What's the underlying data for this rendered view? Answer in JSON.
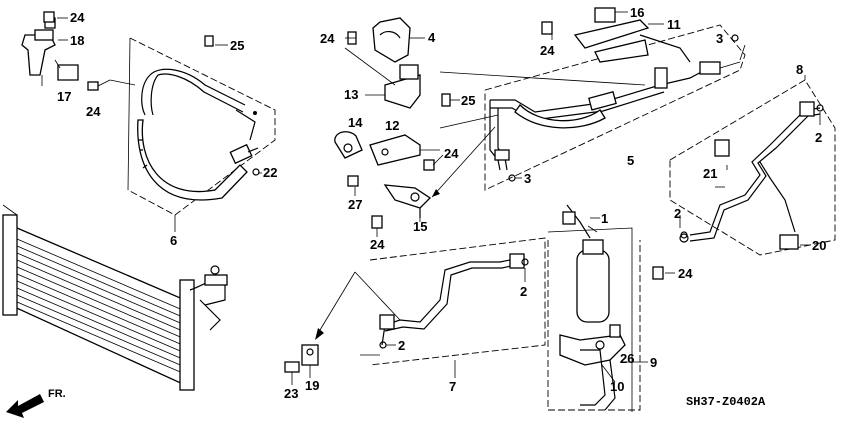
{
  "diagram": {
    "code": "SH37-Z0402A",
    "direction_label": "FR.",
    "callouts": {
      "c1": "1",
      "c2a": "2",
      "c2b": "2",
      "c2c": "2",
      "c2d": "2",
      "c3a": "3",
      "c3b": "3",
      "c4": "4",
      "c5": "5",
      "c6": "6",
      "c7": "7",
      "c8": "8",
      "c9": "9",
      "c10": "10",
      "c11": "11",
      "c12": "12",
      "c13": "13",
      "c14": "14",
      "c15": "15",
      "c16": "16",
      "c17": "17",
      "c18": "18",
      "c19": "19",
      "c20": "20",
      "c21": "21",
      "c22": "22",
      "c23": "23",
      "c24a": "24",
      "c24b": "24",
      "c24c": "24",
      "c24d": "24",
      "c24e": "24",
      "c24f": "24",
      "c25a": "25",
      "c25b": "25",
      "c26": "26",
      "c27": "27"
    }
  }
}
